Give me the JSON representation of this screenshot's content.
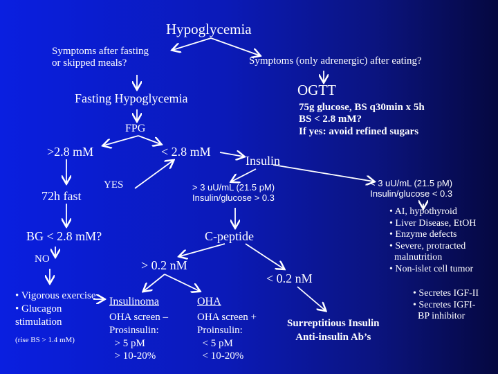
{
  "title": "Hypoglycemia",
  "nodes": {
    "symptoms_fasting": "Symptoms after fasting\nor skipped meals?",
    "symptoms_eating": "Symptoms (only adrenergic) after eating?",
    "fasting_hypoglycemia": "Fasting Hypoglycemia",
    "ogtt": "OGTT",
    "ogtt_details": "75g glucose, BS q30min x 5h\nBS < 2.8 mM?\nIf yes: avoid refined sugars",
    "fpg": "FPG",
    "fpg_high": ">2.8 mM",
    "fpg_low": "< 2.8 mM",
    "insulin": "Insulin",
    "fast_72h": "72h fast",
    "yes": "YES",
    "insulin_high": "> 3 uU/mL (21.5 pM)\nInsulin/glucose > 0.3",
    "insulin_low": "< 3 uU/mL (21.5 pM)\nInsulin/glucose < 0.3",
    "bg_question": "BG < 2.8 mM?",
    "c_peptide": "C-peptide",
    "no": "NO",
    "cpep_high": "> 0.2 nM",
    "cpep_low": "< 0.2 nM",
    "vigorous": "• Vigorous exercise\n• Glucagon\nstimulation",
    "rise_bs": "(rise BS > 1.4 mM)",
    "insulinoma_title": "Insulinoma",
    "insulinoma_body": "OHA screen –\nProsinsulin:\n  > 5 pM\n  > 10-20%",
    "oha_title": "OHA",
    "oha_body": "OHA screen +\nProinsulin:\n  < 5 pM\n  < 10-20%",
    "surreptitious": "Surreptitious Insulin\nAnti-insulin Ab’s",
    "low_insulin_causes": "• AI, hypothyroid\n• Liver Disease, EtOH\n• Enzyme defects\n• Severe, protracted\n  malnutrition\n• Non-islet cell tumor",
    "igf_causes": "• Secretes IGF-II\n• Secretes IGFI-\n  BP inhibitor"
  },
  "colors": {
    "text": "#ffffff",
    "bg_left": "#0a1fe0",
    "bg_right": "#050840"
  }
}
